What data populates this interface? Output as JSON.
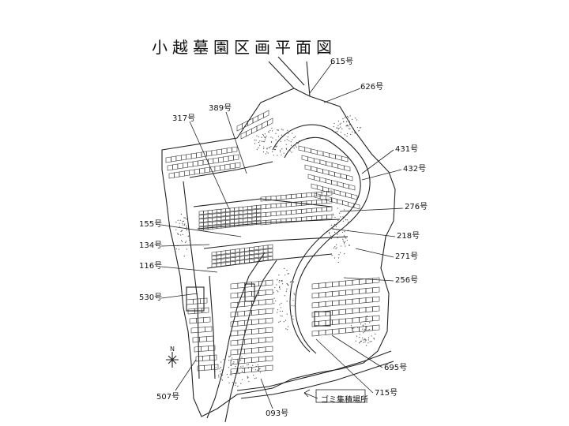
{
  "title": "小越墓園区画平面図",
  "plots": [
    {
      "id": "p615",
      "label": "615号"
    },
    {
      "id": "p626",
      "label": "626号"
    },
    {
      "id": "p389",
      "label": "389号"
    },
    {
      "id": "p317",
      "label": "317号"
    },
    {
      "id": "p431",
      "label": "431号"
    },
    {
      "id": "p432",
      "label": "432号"
    },
    {
      "id": "p276",
      "label": "276号"
    },
    {
      "id": "p155",
      "label": "155号"
    },
    {
      "id": "p218",
      "label": "218号"
    },
    {
      "id": "p134",
      "label": "134号"
    },
    {
      "id": "p271",
      "label": "271号"
    },
    {
      "id": "p116",
      "label": "116号"
    },
    {
      "id": "p256",
      "label": "256号"
    },
    {
      "id": "p530",
      "label": "530号"
    },
    {
      "id": "p695",
      "label": "695号"
    },
    {
      "id": "p507",
      "label": "507号"
    },
    {
      "id": "p715",
      "label": "715号"
    },
    {
      "id": "p093",
      "label": "093号"
    }
  ],
  "site_labels": {
    "garbage": "ゴミ集積場所"
  },
  "north_mark": "N",
  "colors": {
    "line": "#222222",
    "background": "#ffffff"
  }
}
